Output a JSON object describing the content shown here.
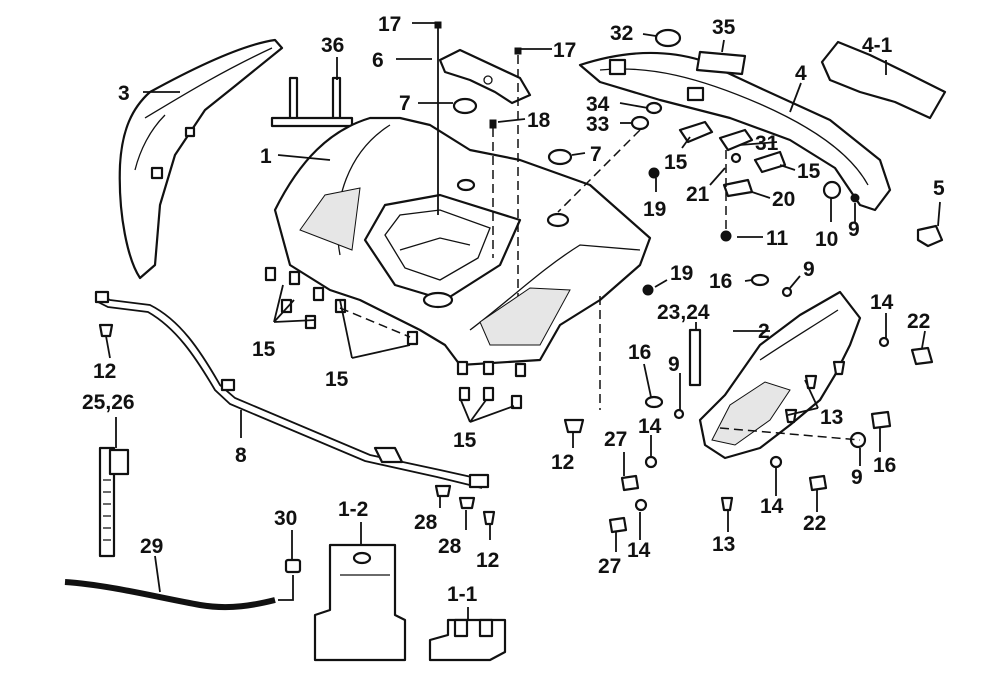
{
  "diagram": {
    "callouts": {
      "c1": "1",
      "c1_1": "1-1",
      "c1_2": "1-2",
      "c2": "2",
      "c3": "3",
      "c4": "4",
      "c4_1": "4-1",
      "c5": "5",
      "c6": "6",
      "c7a": "7",
      "c7b": "7",
      "c8": "8",
      "c9a": "9",
      "c9b": "9",
      "c9c": "9",
      "c9d": "9",
      "c10": "10",
      "c11": "11",
      "c12a": "12",
      "c12b": "12",
      "c12c": "12",
      "c13a": "13",
      "c13b": "13",
      "c14a": "14",
      "c14b": "14",
      "c14c": "14",
      "c14d": "14",
      "c15a": "15",
      "c15b": "15",
      "c15c": "15",
      "c15d": "15",
      "c15e": "15",
      "c16a": "16",
      "c16b": "16",
      "c16c": "16",
      "c17a": "17",
      "c17b": "17",
      "c18": "18",
      "c19a": "19",
      "c19b": "19",
      "c20": "20",
      "c21": "21",
      "c22a": "22",
      "c22b": "22",
      "c23_24": "23,24",
      "c25_26": "25,26",
      "c27a": "27",
      "c27b": "27",
      "c28a": "28",
      "c28b": "28",
      "c29": "29",
      "c30": "30",
      "c31": "31",
      "c32": "32",
      "c33": "33",
      "c34": "34",
      "c35": "35",
      "c36": "36"
    }
  }
}
